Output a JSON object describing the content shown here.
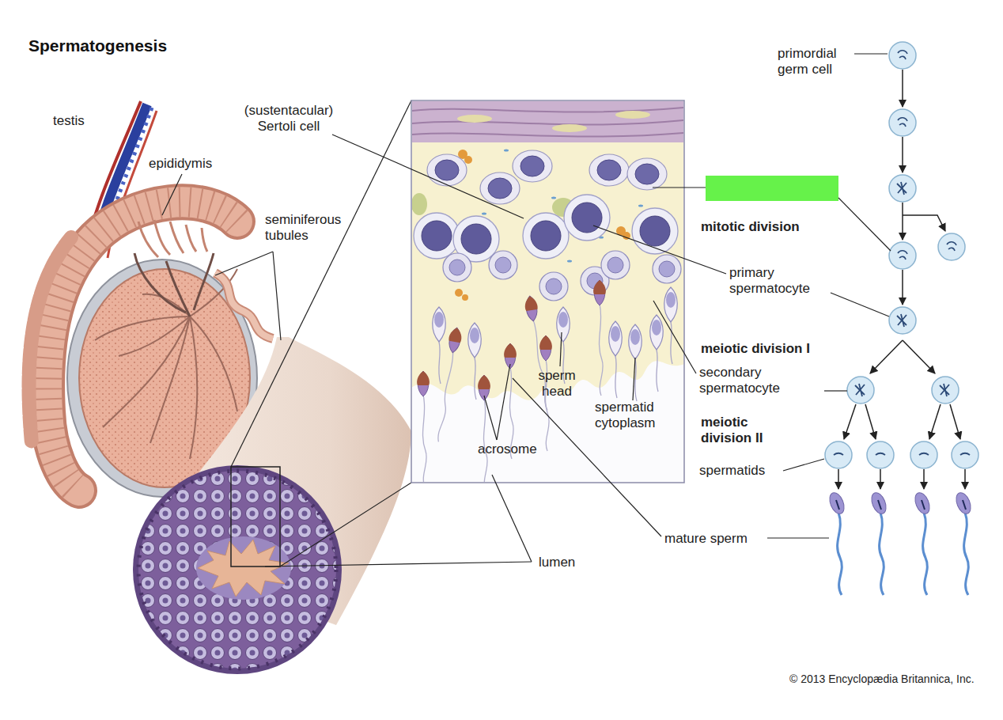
{
  "diagram": {
    "title": "Spermatogenesis",
    "labels": [
      "testis",
      "epididymis",
      "seminiferous tubules",
      "(sustentacular) Sertoli cell",
      "primordial germ cell",
      "mitotic division",
      "primary spermatocyte",
      "meiotic division I",
      "secondary spermatocyte",
      "meiotic division II",
      "spermatids",
      "sperm head",
      "spermatid cytoplasm",
      "acrosome",
      "lumen",
      "mature sperm",
      "© 2013 Encyclopædia Britannica, Inc."
    ]
  }
}
